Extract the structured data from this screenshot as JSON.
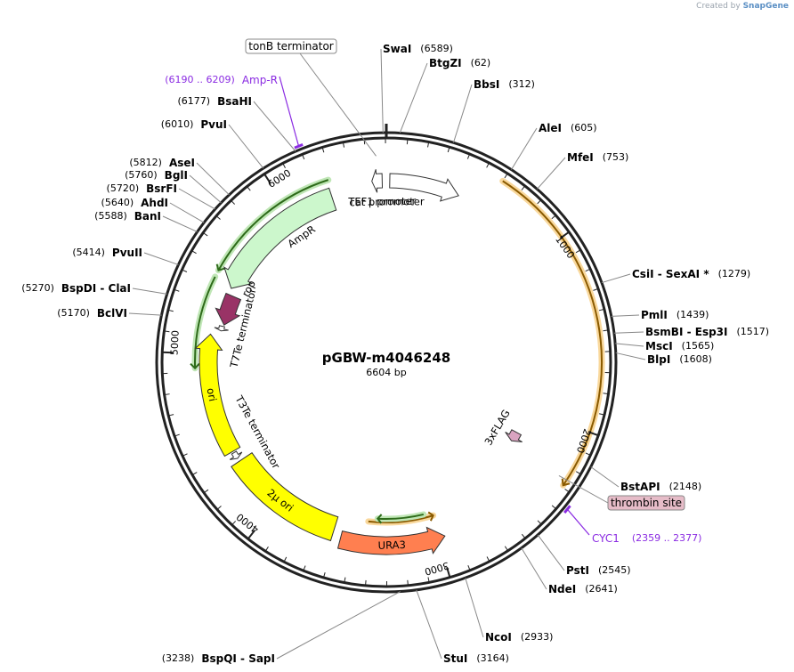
{
  "credit": {
    "prefix": "Created by",
    "brand": "SnapGene"
  },
  "plasmid": {
    "name": "pGBW-m4046248",
    "length": 6604,
    "length_label": "6604 bp"
  },
  "ticks": [
    "1000",
    "2000",
    "3000",
    "4000",
    "5000",
    "6000"
  ],
  "sites": [
    {
      "name": "SwaI",
      "pos": "(6589)",
      "bp": 6589
    },
    {
      "name": "BtgZI",
      "pos": "(62)",
      "bp": 62
    },
    {
      "name": "BbsI",
      "pos": "(312)",
      "bp": 312
    },
    {
      "name": "AleI",
      "pos": "(605)",
      "bp": 605
    },
    {
      "name": "MfeI",
      "pos": "(753)",
      "bp": 753
    },
    {
      "name": "CsiI - SexAI *",
      "pos": "(1279)",
      "bp": 1279
    },
    {
      "name": "PmlI",
      "pos": "(1439)",
      "bp": 1439
    },
    {
      "name": "BsmBI - Esp3I",
      "pos": "(1517)",
      "bp": 1517
    },
    {
      "name": "MscI",
      "pos": "(1565)",
      "bp": 1565
    },
    {
      "name": "BlpI",
      "pos": "(1608)",
      "bp": 1608
    },
    {
      "name": "BstAPI",
      "pos": "(2148)",
      "bp": 2148
    },
    {
      "name": "PstI",
      "pos": "(2545)",
      "bp": 2545
    },
    {
      "name": "NdeI",
      "pos": "(2641)",
      "bp": 2641
    },
    {
      "name": "NcoI",
      "pos": "(2933)",
      "bp": 2933
    },
    {
      "name": "StuI",
      "pos": "(3164)",
      "bp": 3164
    },
    {
      "name": "BspQI - SapI",
      "pos": "(3238)",
      "bp": 3238
    },
    {
      "name": "BclVI",
      "pos": "(5170)",
      "bp": 5170
    },
    {
      "name": "BspDI - ClaI",
      "pos": "(5270)",
      "bp": 5270
    },
    {
      "name": "PvuII",
      "pos": "(5414)",
      "bp": 5414
    },
    {
      "name": "BanI",
      "pos": "(5588)",
      "bp": 5588
    },
    {
      "name": "AhdI",
      "pos": "(5640)",
      "bp": 5640
    },
    {
      "name": "BsrFI",
      "pos": "(5720)",
      "bp": 5720
    },
    {
      "name": "BglI",
      "pos": "(5760)",
      "bp": 5760
    },
    {
      "name": "AseI",
      "pos": "(5812)",
      "bp": 5812
    },
    {
      "name": "PvuI",
      "pos": "(6010)",
      "bp": 6010
    },
    {
      "name": "BsaHI",
      "pos": "(6177)",
      "bp": 6177
    }
  ],
  "primers": [
    {
      "name": "Amp-R",
      "range": "(6190 .. 6209)",
      "bp": 6199,
      "color": "#8a2be2"
    },
    {
      "name": "CYC1",
      "range": "(2359 .. 2377)",
      "bp": 2368,
      "color": "#8a2be2"
    }
  ],
  "boxed_labels": [
    {
      "name": "tonB terminator",
      "bp": 6552,
      "fill": "#ffffff"
    },
    {
      "name": "thrombin site",
      "bp": 2262,
      "fill": "#e6bcc8"
    }
  ],
  "features": [
    {
      "name": "TEF1 promoter",
      "start": 20,
      "end": 430,
      "direction": "cw",
      "color": "#ffffff"
    },
    {
      "name": "cat promoter",
      "start": 6520,
      "end": 6580,
      "direction": "ccw",
      "color": "#ffffff"
    },
    {
      "name": "AmpR",
      "start": 5420,
      "end": 6270,
      "direction": "ccw",
      "color": "#ccf7cc"
    },
    {
      "name": "rop",
      "start": 5190,
      "end": 5380,
      "direction": "ccw",
      "color": "#993366"
    },
    {
      "name": "T7Te terminator",
      "start": 5150,
      "end": 5180,
      "direction": "ccw",
      "color": "#ffffff"
    },
    {
      "name": "ori",
      "start": 4400,
      "end": 5120,
      "direction": "cw",
      "color": "#ffff00"
    },
    {
      "name": "T3Te terminator",
      "start": 4350,
      "end": 4390,
      "direction": "ccw",
      "color": "#ffffff"
    },
    {
      "name": "2μ ori",
      "start": 3620,
      "end": 4330,
      "direction": "none",
      "color": "#ffff00"
    },
    {
      "name": "URA3",
      "start": 2960,
      "end": 3570,
      "direction": "ccw",
      "color": "#ff7f50"
    },
    {
      "name": "3xFLAG",
      "start": 2170,
      "end": 2240,
      "direction": "cw",
      "color": "#d9a3c0"
    }
  ],
  "orfs": [
    {
      "start": 600,
      "end": 2290,
      "direction": "cw",
      "color": "#f5a623"
    },
    {
      "start": 2990,
      "end": 3420,
      "direction": "ccw",
      "color": "#f5a623"
    },
    {
      "start": 3050,
      "end": 3360,
      "direction": "cw",
      "color": "#2e8b22"
    },
    {
      "start": 4920,
      "end": 5440,
      "direction": "ccw",
      "color": "#2e8b22"
    },
    {
      "start": 5480,
      "end": 6280,
      "direction": "ccw",
      "color": "#2e8b22"
    }
  ]
}
